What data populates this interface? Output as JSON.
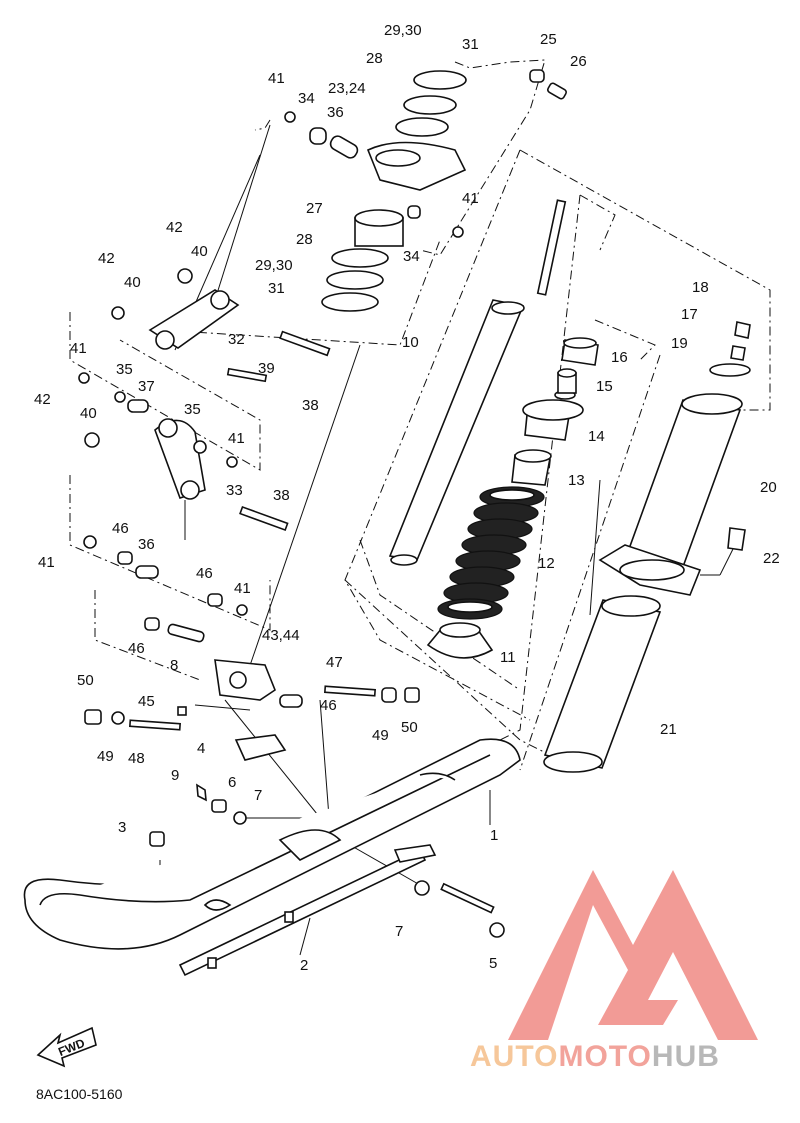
{
  "diagram": {
    "callouts": [
      {
        "n": "1"
      },
      {
        "n": "2"
      },
      {
        "n": "3"
      },
      {
        "n": "4"
      },
      {
        "n": "5"
      },
      {
        "n": "6"
      },
      {
        "n": "7"
      },
      {
        "n": "7"
      },
      {
        "n": "8"
      },
      {
        "n": "9"
      },
      {
        "n": "10"
      },
      {
        "n": "11"
      },
      {
        "n": "12"
      },
      {
        "n": "13"
      },
      {
        "n": "14"
      },
      {
        "n": "15"
      },
      {
        "n": "16"
      },
      {
        "n": "17"
      },
      {
        "n": "18"
      },
      {
        "n": "19"
      },
      {
        "n": "20"
      },
      {
        "n": "21"
      },
      {
        "n": "22"
      },
      {
        "n": "23,24"
      },
      {
        "n": "25"
      },
      {
        "n": "26"
      },
      {
        "n": "27"
      },
      {
        "n": "28"
      },
      {
        "n": "28"
      },
      {
        "n": "29,30"
      },
      {
        "n": "29,30"
      },
      {
        "n": "31"
      },
      {
        "n": "31"
      },
      {
        "n": "32"
      },
      {
        "n": "33"
      },
      {
        "n": "34"
      },
      {
        "n": "34"
      },
      {
        "n": "35"
      },
      {
        "n": "35"
      },
      {
        "n": "36"
      },
      {
        "n": "36"
      },
      {
        "n": "37"
      },
      {
        "n": "38"
      },
      {
        "n": "38"
      },
      {
        "n": "39"
      },
      {
        "n": "40"
      },
      {
        "n": "40"
      },
      {
        "n": "40"
      },
      {
        "n": "41"
      },
      {
        "n": "41"
      },
      {
        "n": "41"
      },
      {
        "n": "41"
      },
      {
        "n": "41"
      },
      {
        "n": "41"
      },
      {
        "n": "42"
      },
      {
        "n": "42"
      },
      {
        "n": "42"
      },
      {
        "n": "43,44"
      },
      {
        "n": "45"
      },
      {
        "n": "46"
      },
      {
        "n": "46"
      },
      {
        "n": "46"
      },
      {
        "n": "46"
      },
      {
        "n": "47"
      },
      {
        "n": "48"
      },
      {
        "n": "49"
      },
      {
        "n": "49"
      },
      {
        "n": "50"
      },
      {
        "n": "50"
      }
    ],
    "fwd_label": "FWD",
    "diagram_code": "8AC100-5160"
  },
  "watermark": {
    "brand_part1": "AUTO",
    "brand_part2": "MOTO",
    "brand_part3": "HUB",
    "colors": {
      "auto": "#f6c79a",
      "moto": "#f2a39b",
      "hub": "#b8b8b8",
      "logo": "#f08a84"
    }
  }
}
